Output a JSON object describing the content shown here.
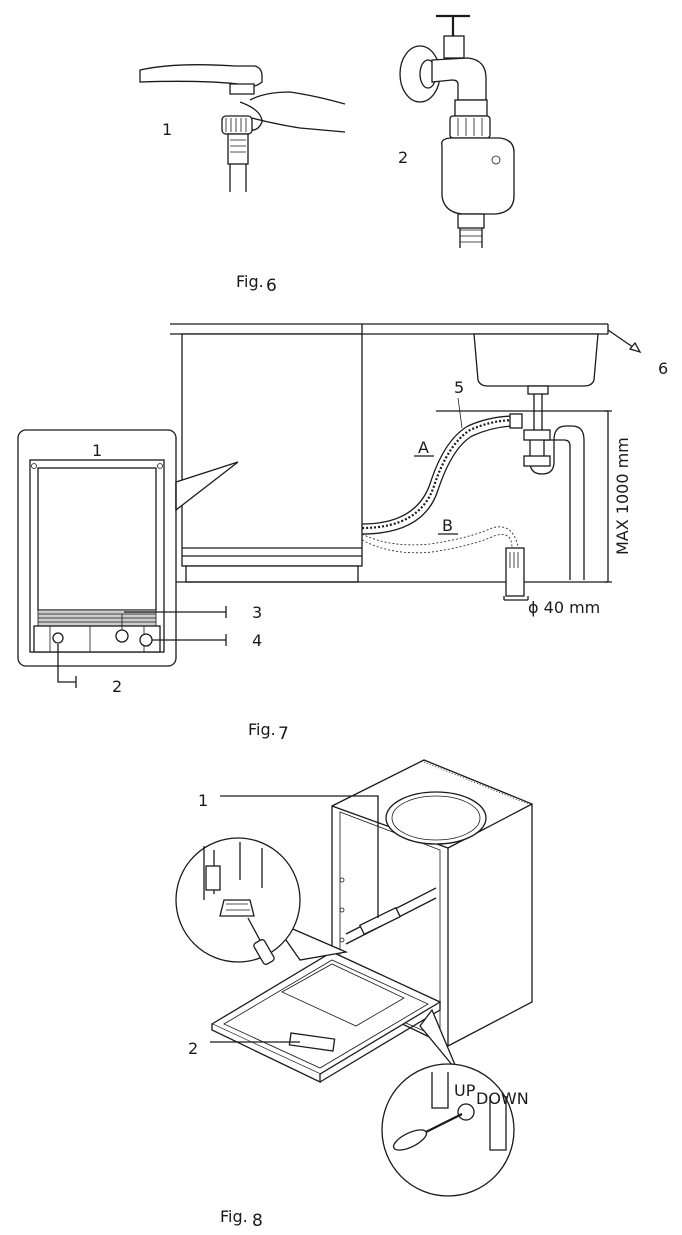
{
  "fig6": {
    "caption_prefix": "Fig.",
    "caption_number": "6",
    "labels": {
      "tap_a": "1",
      "tap_b": "2"
    }
  },
  "fig7": {
    "caption_prefix": "Fig.",
    "caption_number": "7",
    "labels": {
      "panel": "1",
      "panel_2": "2",
      "panel_3": "3",
      "panel_4": "4",
      "hose": "5",
      "worktop": "6",
      "pos_a": "A",
      "pos_b": "B",
      "max_height": "MAX 1000 mm",
      "diameter": "ϕ 40 mm"
    }
  },
  "fig8": {
    "caption_prefix": "Fig.",
    "caption_number": "8",
    "labels": {
      "level_top": "1",
      "level_door": "2",
      "up": "UP",
      "down": "DOWN"
    }
  }
}
